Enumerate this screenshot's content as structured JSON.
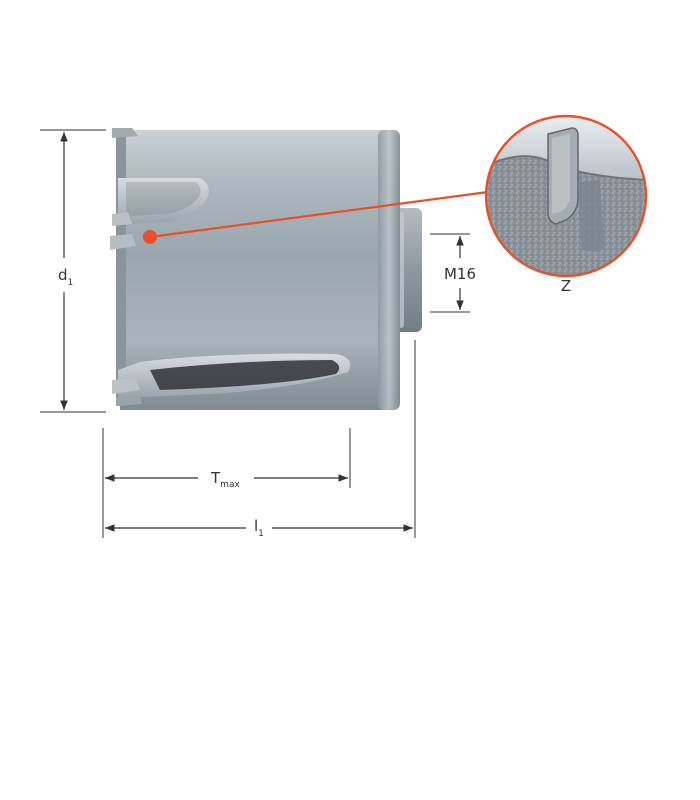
{
  "labels": {
    "diameter": {
      "main": "d",
      "sub": "1"
    },
    "thread": "M16",
    "detail": "Z",
    "depth": {
      "main": "T",
      "sub": "max"
    },
    "length": {
      "main": "l",
      "sub": "1"
    }
  },
  "colors": {
    "background": "#ffffff",
    "line": "#333333",
    "callout": "#e8502a",
    "steel": "#9aa6ae"
  }
}
